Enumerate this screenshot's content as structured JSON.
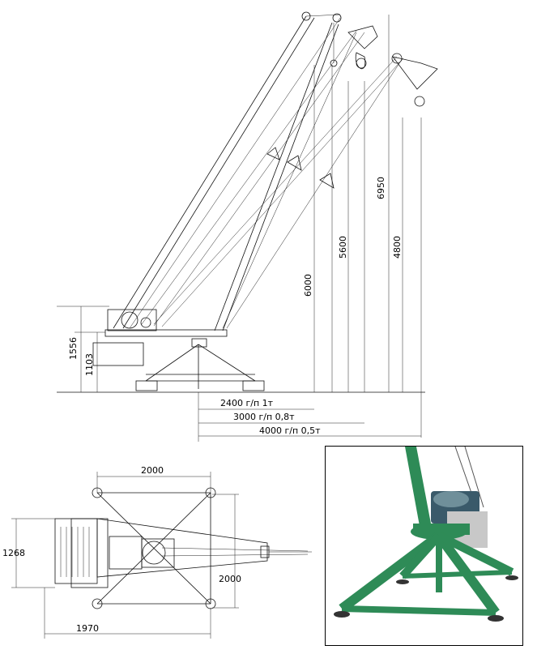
{
  "side_view": {
    "heights": {
      "h6950": "6950",
      "h6000": "6000",
      "h5600": "5600",
      "h4800": "4800",
      "h1556": "1556",
      "h1103": "1103"
    },
    "reaches": {
      "r2400": "2400 г/п 1т",
      "r3000": "3000 г/п 0,8т",
      "r4000": "4000 г/п 0,5т"
    }
  },
  "top_view": {
    "width_top": "2000",
    "height_right": "2000",
    "height_left": "1268",
    "width_bottom": "1970"
  },
  "photo": {
    "frame_color": "#2e8b57",
    "winch_color": "#3a5a6a"
  }
}
